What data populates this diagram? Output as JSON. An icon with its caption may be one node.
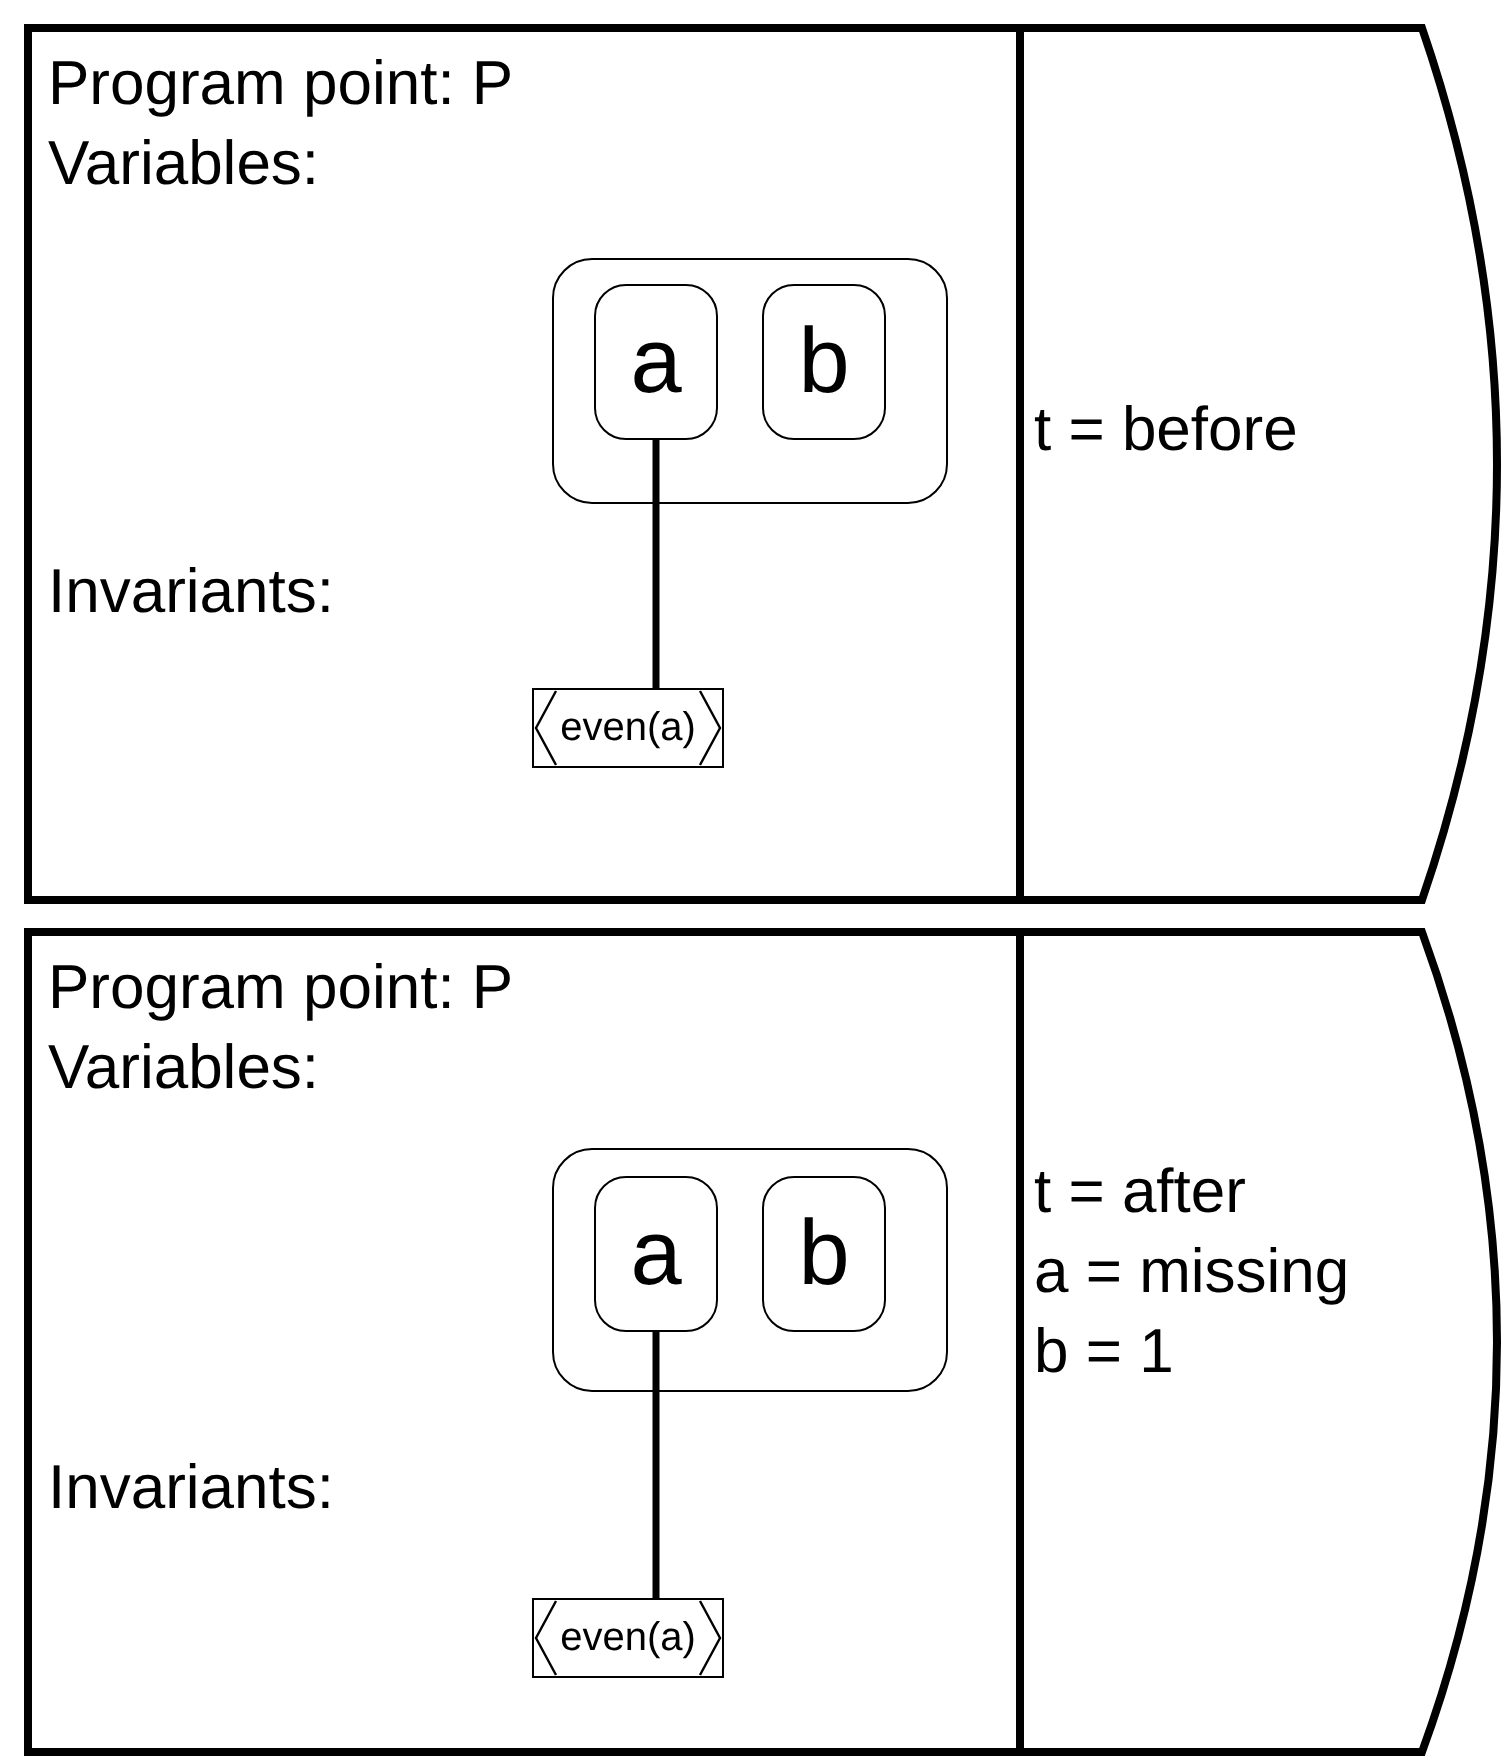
{
  "diagram": {
    "nodes": [
      {
        "text": [
          "Program point: P",
          "Variables:",
          "Invariants:"
        ]
      },
      {
        "text": [],
        "shape": "box",
        "in": 0
      },
      {
        "text": [
          "a"
        ],
        "in": 1
      },
      {
        "text": [
          "b"
        ],
        "in": 1
      },
      {
        "text": [
          "even(a)"
        ],
        "in": 0
      },
      {
        "text": [
          "t = before"
        ]
      },
      {
        "text": [
          "Program point: P",
          "Variables:",
          "Invariants:"
        ]
      },
      {
        "text": [],
        "shape": "box",
        "in": 6
      },
      {
        "text": [
          "a"
        ],
        "in": 7
      },
      {
        "text": [
          "b"
        ],
        "in": 7
      },
      {
        "text": [
          "even(a)"
        ],
        "in": 6
      },
      {
        "text": [
          "t = after",
          "a = missing",
          "b = 1"
        ]
      }
    ],
    "edges": [
      {
        "from": 2,
        "to": 4,
        "arrow": "none"
      },
      {
        "from": 8,
        "to": 10,
        "arrow": "none"
      }
    ]
  }
}
